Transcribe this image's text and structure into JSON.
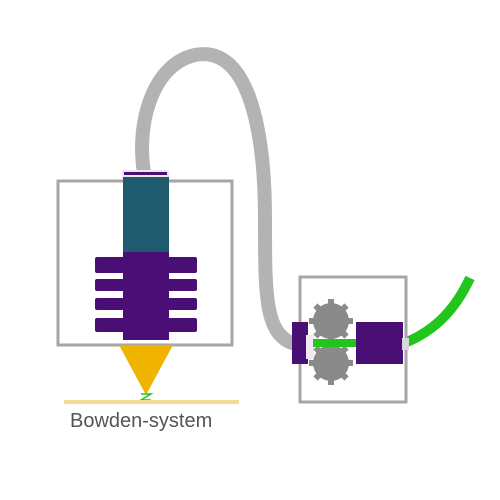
{
  "caption": "Bowden-system",
  "colors": {
    "tube": "#b3b3b3",
    "frame": "#a6a6a6",
    "heatbreak": "#1f5a6e",
    "heatsink": "#4a0f74",
    "nozzle": "#f0b400",
    "bed": "#f3dd8f",
    "filament": "#22c51c",
    "gear": "#8a8a8a"
  },
  "components": [
    "bowden-tube",
    "hotend-frame",
    "heatbreak",
    "heatsink",
    "nozzle",
    "print-bed",
    "extruder-frame",
    "drive-gears",
    "extruder-motor",
    "filament"
  ]
}
